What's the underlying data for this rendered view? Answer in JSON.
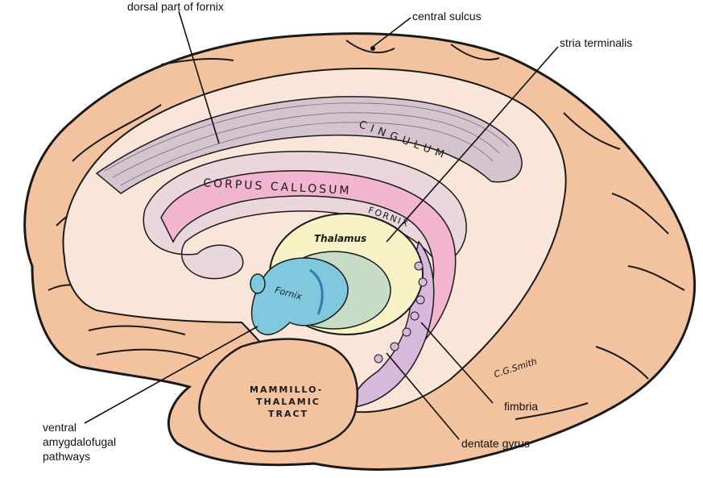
{
  "labels": {
    "dorsal_fornix": "dorsal part of fornix",
    "central_sulcus": "central sulcus",
    "stria_terminalis": "stria terminalis",
    "fimbria": "fimbria",
    "dentate_gyrus": "dentate gyrus",
    "ventral_line1": "ventral",
    "ventral_line2": "amygdalofugal",
    "ventral_line3": "pathways"
  },
  "structures": {
    "corpus_callosum": "CORPUS CALLOSUM",
    "cingulum": "CINGULUM",
    "fornix_upper": "FORNIX",
    "thalamus": "Thalamus",
    "fornix_lower": "Fornix",
    "mammillo_line1": "MAMMILLO-",
    "mammillo_line2": "THALAMIC",
    "mammillo_line3": "TRACT",
    "signature": "C.G.Smith"
  },
  "colors": {
    "cortex": "#f3c3a0",
    "white_matter": "#fae6d8",
    "callosum": "#e9d7dc",
    "fiber": "#d5c4cf",
    "fornix": "#f1b5cf",
    "thalamus": "#f7f3c6",
    "thalamus_inner": "#c7dcc4",
    "mammillo": "#7fc8de",
    "outline": "#1a1a1a"
  }
}
